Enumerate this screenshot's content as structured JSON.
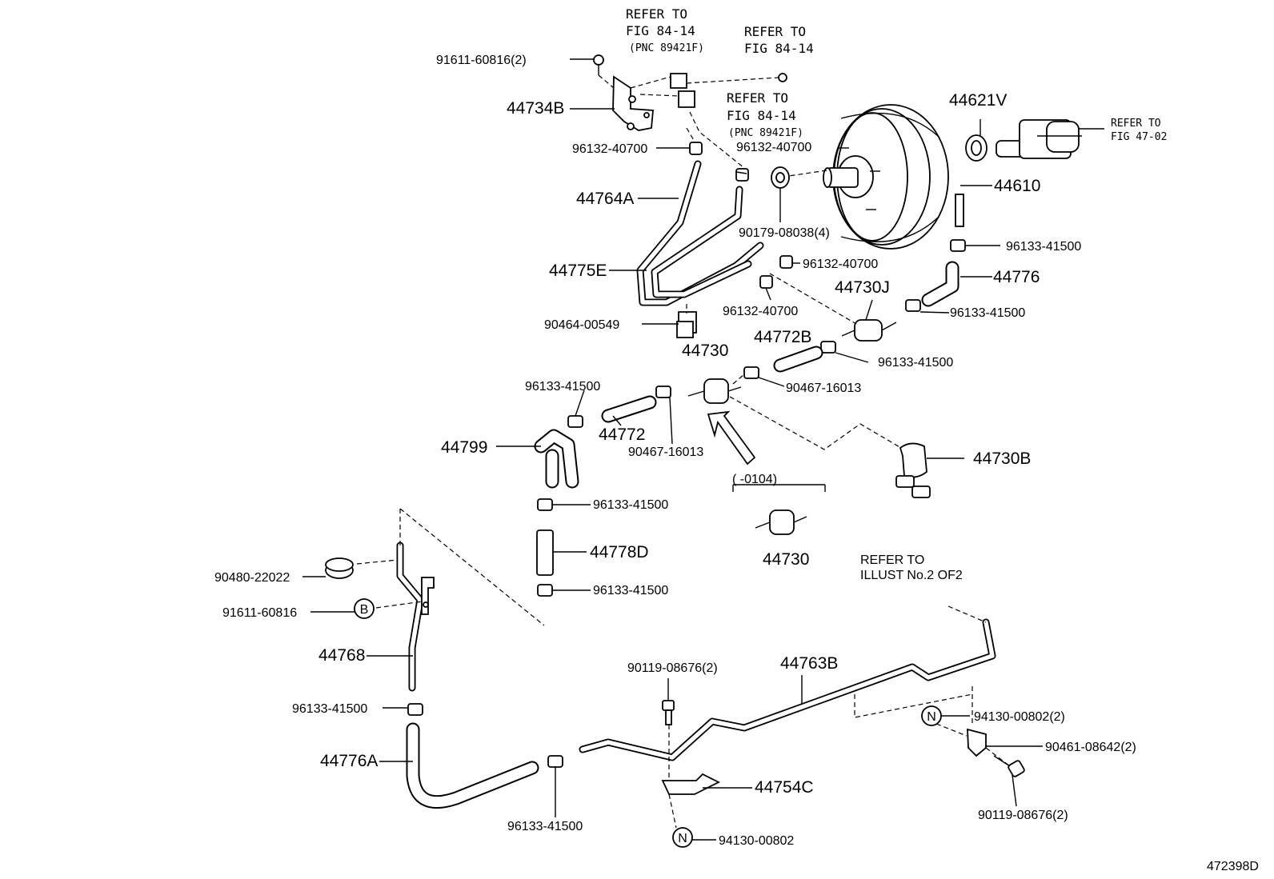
{
  "diagram_id": "472398D",
  "refs": {
    "fig_84_14_pnc": [
      "REFER TO",
      "FIG 84-14",
      "(PNC 89421F)"
    ],
    "fig_84_14_top": [
      "REFER TO",
      "FIG 84-14"
    ],
    "fig_84_14_mid": [
      "REFER TO",
      "FIG 84-14",
      "(PNC 89421F)"
    ],
    "fig_47_02": [
      "REFER TO",
      "FIG 47-02"
    ],
    "illust_2": [
      "REFER TO",
      "ILLUST No.2 OF2"
    ]
  },
  "variant": {
    "range": "(      -0104)",
    "part": "44730"
  },
  "markers": {
    "b": "B",
    "n": "N"
  },
  "labels": {
    "p91611_60816_2": "91611-60816(2)",
    "p44734b": "44734B",
    "p96132_40700_a": "96132-40700",
    "p96132_40700_b": "96132-40700",
    "p96132_40700_c": "96132-40700",
    "p96132_40700_d": "96132-40700",
    "p44621v": "44621V",
    "p44610": "44610",
    "p44764a": "44764A",
    "p90179_08038_4": "90179-08038(4)",
    "p96133_41500_a": "96133-41500",
    "p96133_41500_b": "96133-41500",
    "p96133_41500_c": "96133-41500",
    "p96133_41500_d": "96133-41500",
    "p96133_41500_e": "96133-41500",
    "p96133_41500_f": "96133-41500",
    "p96133_41500_g": "96133-41500",
    "p96133_41500_h": "96133-41500",
    "p44775e": "44775E",
    "p44776": "44776",
    "p44730j": "44730J",
    "p90464_00549": "90464-00549",
    "p44772b": "44772B",
    "p44730": "44730",
    "p90467_16013_a": "90467-16013",
    "p90467_16013_b": "90467-16013",
    "p44772": "44772",
    "p44799": "44799",
    "p44730b": "44730B",
    "p44778d": "44778D",
    "p90480_22022": "90480-22022",
    "p91611_60816": "91611-60816",
    "p44768": "44768",
    "p90119_08676_2_a": "90119-08676(2)",
    "p44763b": "44763B",
    "p94130_00802_2": "94130-00802(2)",
    "p90461_08642_2": "90461-08642(2)",
    "p44776a": "44776A",
    "p44754c": "44754C",
    "p90119_08676_2_b": "90119-08676(2)",
    "p94130_00802": "94130-00802"
  }
}
